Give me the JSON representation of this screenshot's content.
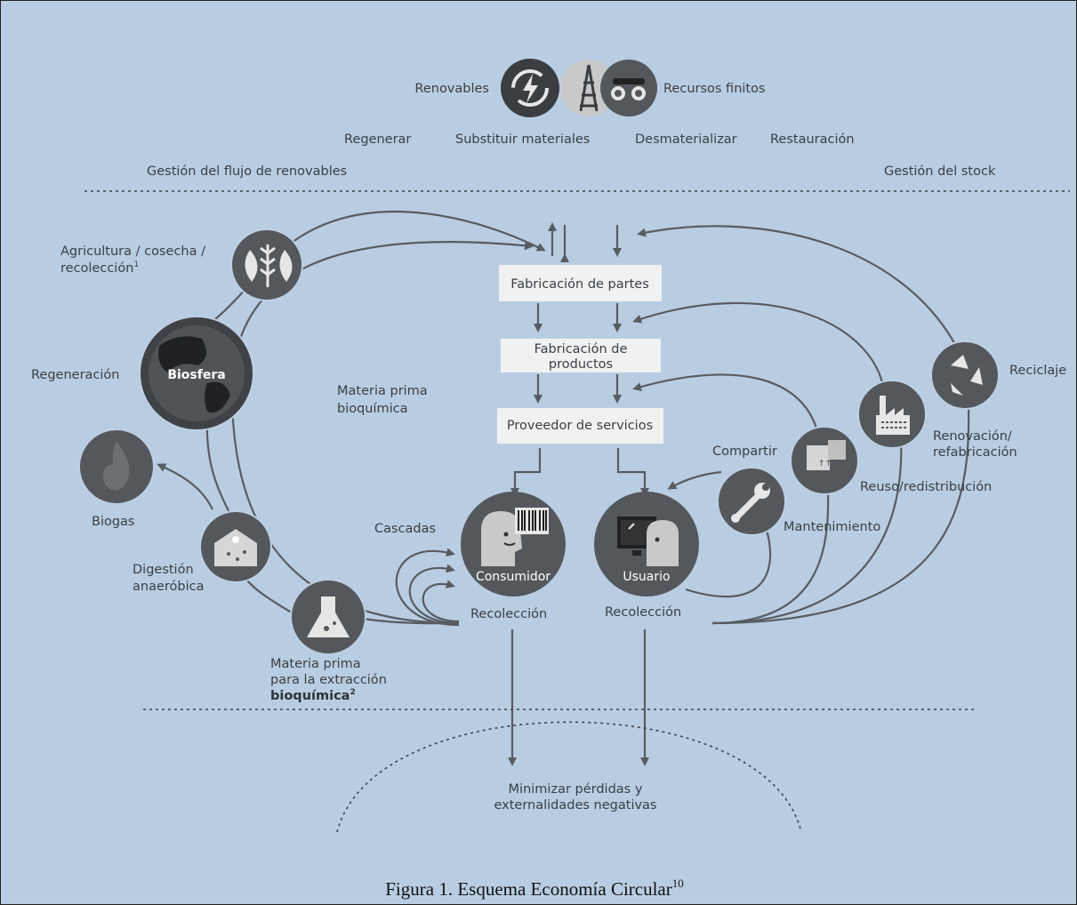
{
  "header": {
    "renewables_label": "Renovables",
    "finite_label": "Recursos finitos",
    "actions": [
      "Regenerar",
      "Substituir materiales",
      "Desmaterializar",
      "Restauración"
    ],
    "left_section": "Gestión del flujo de renovables",
    "right_section": "Gestión del stock"
  },
  "boxes": {
    "parts": "Fabricación de partes",
    "products_line1": "Fabricación de",
    "products_line2": "productos",
    "services": "Proveedor de servicios"
  },
  "left": {
    "agriculture_line1": "Agricultura / cosecha /",
    "agriculture_line2": "recolección",
    "agriculture_sup": "1",
    "regeneration": "Regeneración",
    "biosphere": "Biosfera",
    "raw_material_line1": "Materia prima",
    "raw_material_line2": "bioquímica",
    "biogas": "Biogas",
    "digestion_line1": "Digestión",
    "digestion_line2": "anaeróbica",
    "extraction_line1": "Materia prima",
    "extraction_line2": "para la extracción",
    "extraction_line3": "bioquímica",
    "extraction_sup": "2",
    "cascades": "Cascadas"
  },
  "center": {
    "consumer": "Consumidor",
    "user": "Usuario",
    "collection_left": "Recolección",
    "collection_right": "Recolección",
    "minimize_line1": "Minimizar pérdidas y",
    "minimize_line2": "externalidades negativas"
  },
  "right": {
    "share": "Compartir",
    "maintenance": "Mantenimiento",
    "reuse": "Reuso/redistribución",
    "refurbish_line1": "Renovación/",
    "refurbish_line2": "refabricación",
    "recycle": "Reciclaje"
  },
  "caption": {
    "text": "Figura 1. Esquema Economía Circular",
    "sup": "10"
  },
  "icons": [
    "renewable-energy-icon",
    "oil-rig-icon",
    "mining-truck-icon",
    "wheat-fish-icon",
    "earth-globe-icon",
    "flame-icon",
    "digester-icon",
    "flask-icon",
    "barcode-icon",
    "computer-icon",
    "wrench-icon",
    "boxes-icon",
    "factory-icon",
    "recycle-icon",
    "face-icon"
  ],
  "colors": {
    "background": "#b9cde2",
    "node": "#54585c",
    "box": "#f1f1f1",
    "line": "#575c62"
  }
}
